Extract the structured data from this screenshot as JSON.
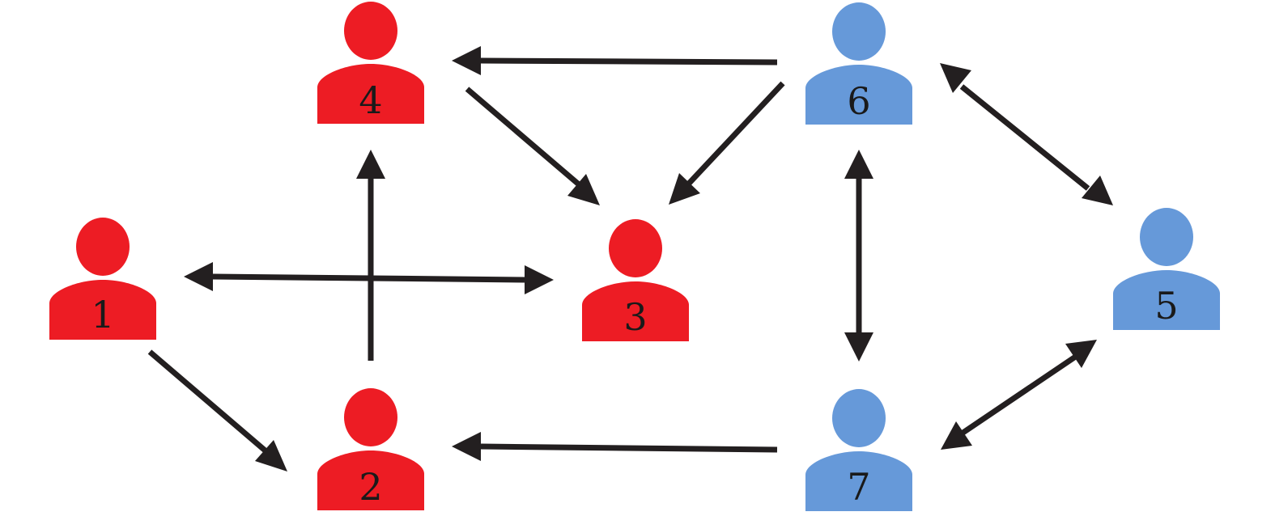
{
  "colors": {
    "red_group": "#ed1c24",
    "blue_group": "#6699d9",
    "edge": "#231f20"
  },
  "nodes": [
    {
      "id": "1",
      "label": "1",
      "group": "red",
      "icon": "person-icon"
    },
    {
      "id": "2",
      "label": "2",
      "group": "red",
      "icon": "person-icon"
    },
    {
      "id": "3",
      "label": "3",
      "group": "red",
      "icon": "person-icon"
    },
    {
      "id": "4",
      "label": "4",
      "group": "red",
      "icon": "person-icon"
    },
    {
      "id": "5",
      "label": "5",
      "group": "blue",
      "icon": "person-icon"
    },
    {
      "id": "6",
      "label": "6",
      "group": "blue",
      "icon": "person-icon"
    },
    {
      "id": "7",
      "label": "7",
      "group": "blue",
      "icon": "person-icon"
    }
  ],
  "edges": [
    {
      "from": "1",
      "to": "2",
      "directed": true
    },
    {
      "from": "2",
      "to": "4",
      "directed": true
    },
    {
      "from": "1",
      "to": "3",
      "directed": false
    },
    {
      "from": "4",
      "to": "3",
      "directed": true
    },
    {
      "from": "6",
      "to": "4",
      "directed": true
    },
    {
      "from": "6",
      "to": "3",
      "directed": true
    },
    {
      "from": "6",
      "to": "5",
      "directed": false
    },
    {
      "from": "6",
      "to": "7",
      "directed": false
    },
    {
      "from": "7",
      "to": "5",
      "directed": false
    },
    {
      "from": "7",
      "to": "2",
      "directed": true
    }
  ]
}
